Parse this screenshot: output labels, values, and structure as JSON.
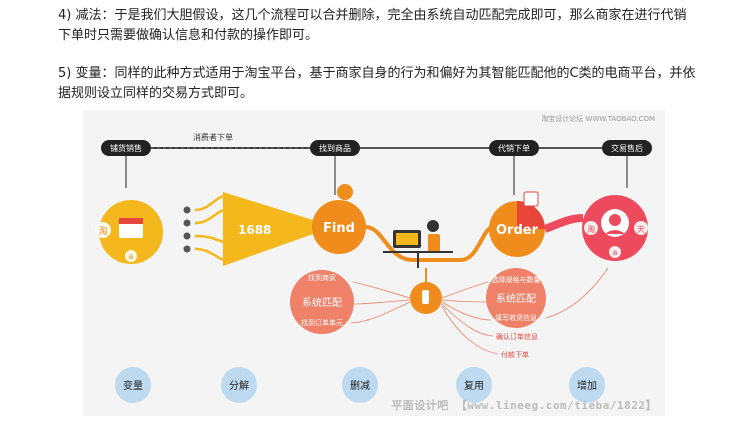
{
  "paragraphs": {
    "p1": "4) 减法：于是我们大胆假设，这几个流程可以合并删除，完全由系统自动匹配完成即可，那么商家在进行代销下单时只需要做确认信息和付款的操作即可。",
    "p2": "5) 变量：同样的此种方式适用于淘宝平台，基于商家自身的行为和偏好为其智能匹配他的C类的电商平台，并依据规则设立同样的交易方式即可。"
  },
  "figure": {
    "corner_mark": "淘宝设计论坛 WWW.TAOBAO.COM",
    "timeline": {
      "labels": [
        "铺货销售",
        "找到商品",
        "代销下单",
        "交易售后"
      ],
      "arrow_label": "消费者下单"
    },
    "nodes": {
      "n1688": "1688",
      "find": "Find",
      "order": "Order"
    },
    "left_bubble": {
      "top": "找到商家",
      "mid": "系统匹配",
      "bottom": "找到订单单元"
    },
    "right_bubble": {
      "top": "选择规格与数量",
      "mid": "系统匹配",
      "bottom": "填写收货信息"
    },
    "right_list": [
      "确认订单信息",
      "付款下单"
    ],
    "left_icons": [
      "淘",
      "a"
    ],
    "right_icons": [
      "淘",
      "a",
      "天"
    ],
    "bottom_circles": [
      "变量",
      "分解",
      "删减",
      "复用",
      "增加"
    ],
    "colors": {
      "yellow": "#f5b81c",
      "orange": "#f08c1b",
      "red": "#ee4a5e",
      "salmon": "#ef8168",
      "blue": "#bddaf0",
      "dark": "#222222"
    }
  },
  "footer_watermark": "平面设计吧 【www.lineeg.com/tieba/1822】"
}
